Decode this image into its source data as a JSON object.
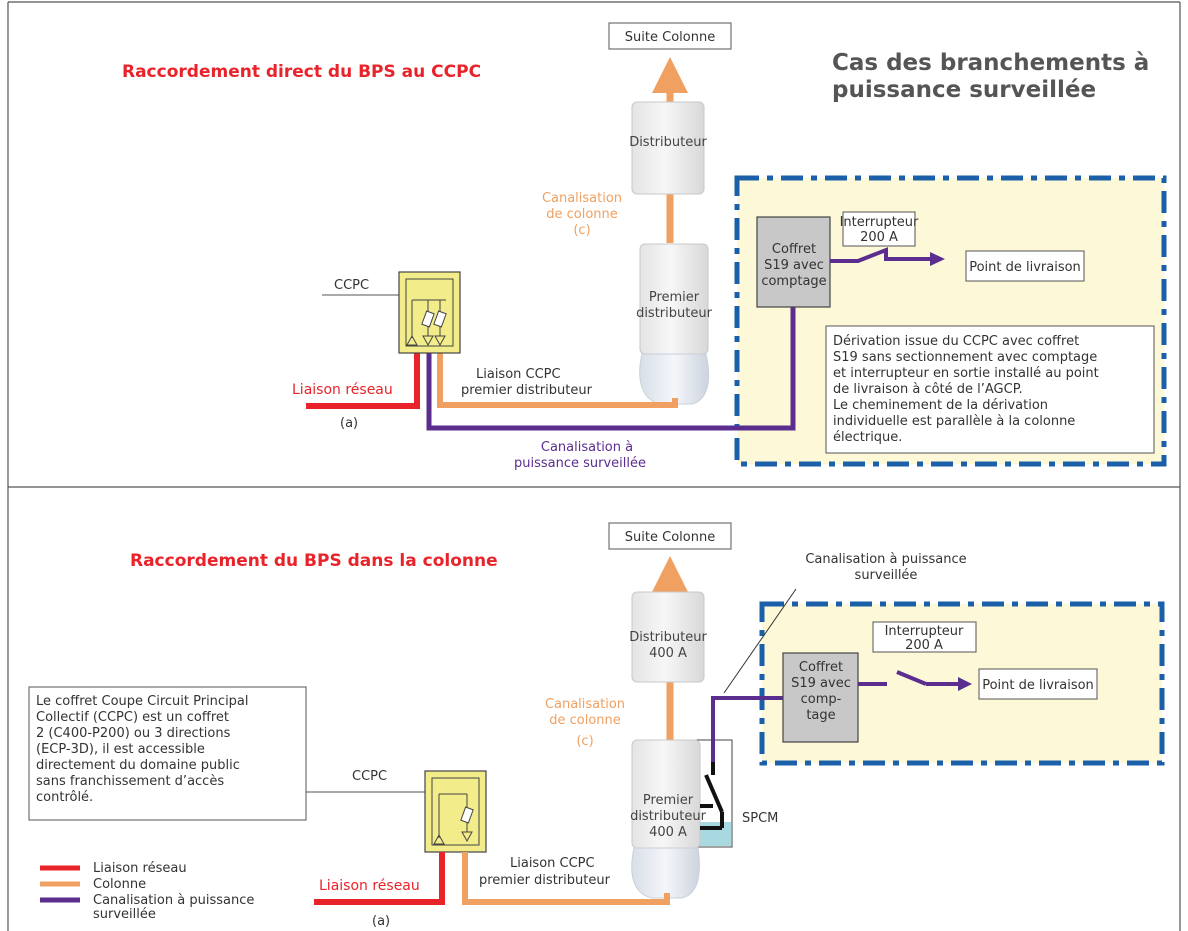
{
  "main_title": [
    "Cas des branchements à",
    "puissance surveillée"
  ],
  "section_top": {
    "title": "Raccordement direct du BPS au CCPC",
    "suite_colonne": "Suite Colonne",
    "distributeur": "Distributeur",
    "canalisation_colonne": [
      "Canalisation",
      "de colonne",
      "(c)"
    ],
    "premier_distributeur": [
      "Premier",
      "distributeur"
    ],
    "ccpc": "CCPC",
    "liaison_reseau": "Liaison réseau",
    "note_a": "(a)",
    "liaison_ccpc": [
      "Liaison CCPC",
      "premier distributeur"
    ],
    "canalisation_bps": [
      "Canalisation à",
      "puissance surveillée"
    ],
    "coffret": [
      "Coffret",
      "S19 avec",
      "comptage"
    ],
    "interrupteur": [
      "Interrupteur",
      "200 A"
    ],
    "point_livraison": "Point de livraison",
    "description": [
      "Dérivation issue du CCPC avec coffret",
      "S19 sans sectionnement avec comptage",
      "et interrupteur en sortie installé au point",
      "de livraison à côté de l’AGCP.",
      "Le cheminement de la dérivation",
      "individuelle est parallèle à la colonne",
      "électrique."
    ]
  },
  "section_bottom": {
    "title": "Raccordement du BPS dans la colonne",
    "suite_colonne": "Suite Colonne",
    "canalisation_bps_label": [
      "Canalisation à puissance",
      "surveillée"
    ],
    "distributeur": [
      "Distributeur",
      "400 A"
    ],
    "canalisation_colonne": [
      "Canalisation",
      "de colonne",
      "(c)"
    ],
    "premier_distributeur": [
      "Premier",
      "distributeur",
      "400 A"
    ],
    "spcm": "SPCM",
    "ccpc": "CCPC",
    "liaison_ccpc": [
      "Liaison CCPC",
      "premier distributeur"
    ],
    "liaison_reseau": "Liaison réseau",
    "note_a": "(a)",
    "coffret": [
      "Coffret",
      "S19 avec",
      "comp-",
      "tage"
    ],
    "interrupteur": [
      "Interrupteur",
      "200 A"
    ],
    "point_livraison": "Point de livraison",
    "ccpc_description": [
      "Le coffret Coupe Circuit Principal",
      "Collectif (CCPC) est un coffret",
      "2 (C400-P200) ou 3 directions",
      "(ECP-3D), il est accessible",
      "directement du domaine public",
      "sans franchissement d’accès",
      "contrôlé."
    ]
  },
  "legend": [
    {
      "label": "Liaison réseau",
      "color": "#e8232a"
    },
    {
      "label": "Colonne",
      "color": "#f0a060"
    },
    {
      "label": [
        "Canalisation à puissance",
        "surveillée"
      ],
      "color": "#5b2d8e"
    }
  ],
  "colors": {
    "red": "#e8232a",
    "orange": "#f0a060",
    "purple": "#5b2d8e",
    "blue_dash": "#1a5fa8",
    "panel_fill": "#fdf8d8",
    "ccpc_fill": "#f2ec8a"
  }
}
